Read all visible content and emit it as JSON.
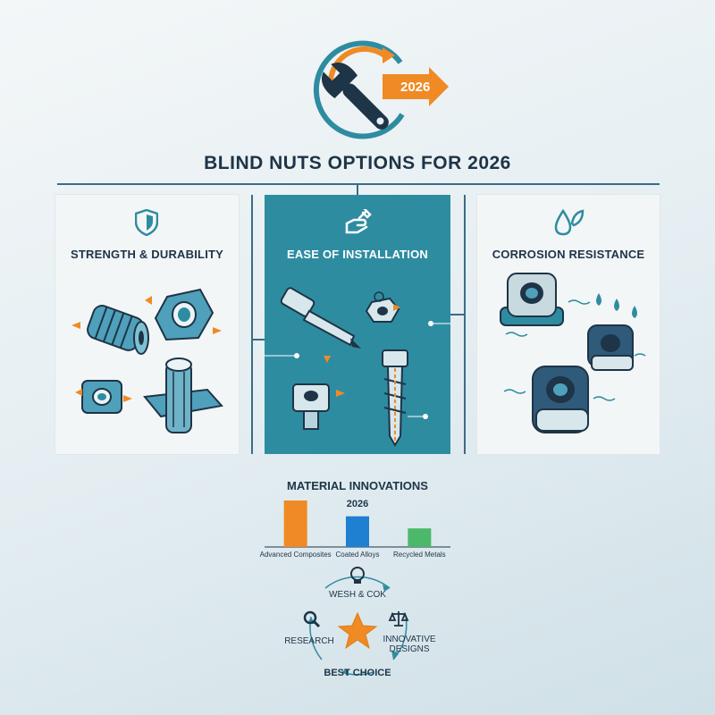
{
  "header": {
    "logo_year": "2026",
    "title": "BLIND NUTS OPTIONS FOR 2026",
    "accent_orange": "#f08a24",
    "accent_teal": "#2e8ca1",
    "navy": "#1e3447"
  },
  "panels": [
    {
      "title": "STRENGTH & DURABILITY",
      "icon": "shield-icon"
    },
    {
      "title": "EASE OF INSTALLATION",
      "icon": "hand-wrench-icon"
    },
    {
      "title": "CORROSION RESISTANCE",
      "icon": "water-leaf-icon"
    }
  ],
  "chart_data": {
    "type": "bar",
    "title": "MATERIAL INNOVATIONS",
    "subtitle": "2026",
    "categories": [
      "Advanced Composites",
      "Coated Alloys",
      "Recycled Metals"
    ],
    "values": [
      100,
      66,
      40
    ],
    "colors": [
      "#f08a24",
      "#1f7fd1",
      "#4cb86a"
    ],
    "ylim": [
      0,
      100
    ],
    "grid": false,
    "xlabel": "",
    "ylabel": ""
  },
  "cycle": {
    "top_label": "WESH & COK",
    "left_label": "RESEARCH",
    "right_label": "INNOVATIVE DESIGNS",
    "bottom_label": "BEST CHOICE"
  }
}
